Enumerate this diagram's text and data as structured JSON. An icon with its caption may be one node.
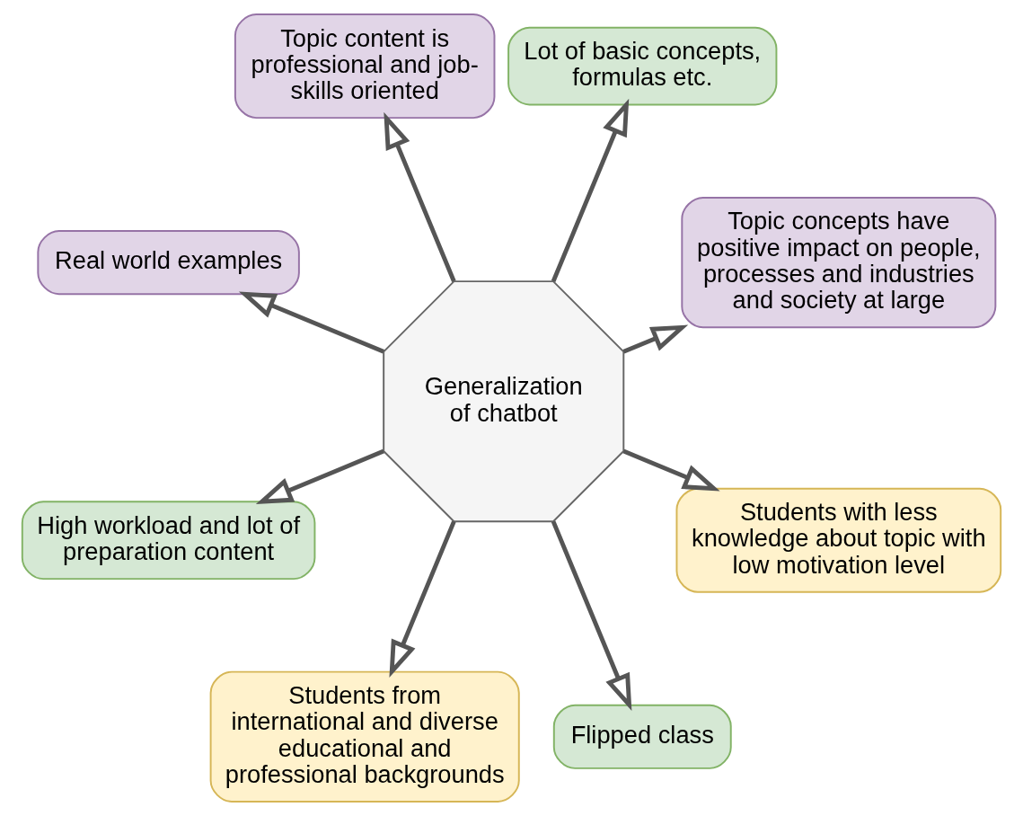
{
  "diagram": {
    "nodes": [
      {
        "text": [
          "Topic concepts have positive impact on people, processes and industries and society at large"
        ]
      },
      {
        "text": [
          "Lot of basic concepts, formulas etc."
        ]
      },
      {
        "text": [
          "Topic content is professional and job-skills oriented"
        ]
      },
      {
        "text": [
          "Generalization of chatbot"
        ]
      },
      {
        "text": [
          "Real world examples"
        ]
      },
      {
        "text": [
          "High workload and lot of preparation content"
        ]
      },
      {
        "text": [
          "Students from international and diverse educational and professional backgrounds"
        ]
      },
      {
        "text": [
          "Flipped class"
        ]
      },
      {
        "text": [
          "Students with less knowledge about topic with low motivation level"
        ]
      }
    ],
    "edges": [
      {
        "from": 3,
        "to": 0,
        "arrow": "to"
      },
      {
        "from": 3,
        "to": 2,
        "arrow": "to"
      },
      {
        "from": 3,
        "to": 5,
        "arrow": "to"
      },
      {
        "from": 3,
        "to": 7,
        "arrow": "to"
      },
      {
        "from": 3,
        "to": 8,
        "arrow": "to"
      },
      {
        "from": 3,
        "to": 6,
        "arrow": "to"
      },
      {
        "from": 3,
        "to": 4,
        "arrow": "to"
      },
      {
        "from": 3,
        "to": 1,
        "arrow": "to"
      }
    ]
  }
}
